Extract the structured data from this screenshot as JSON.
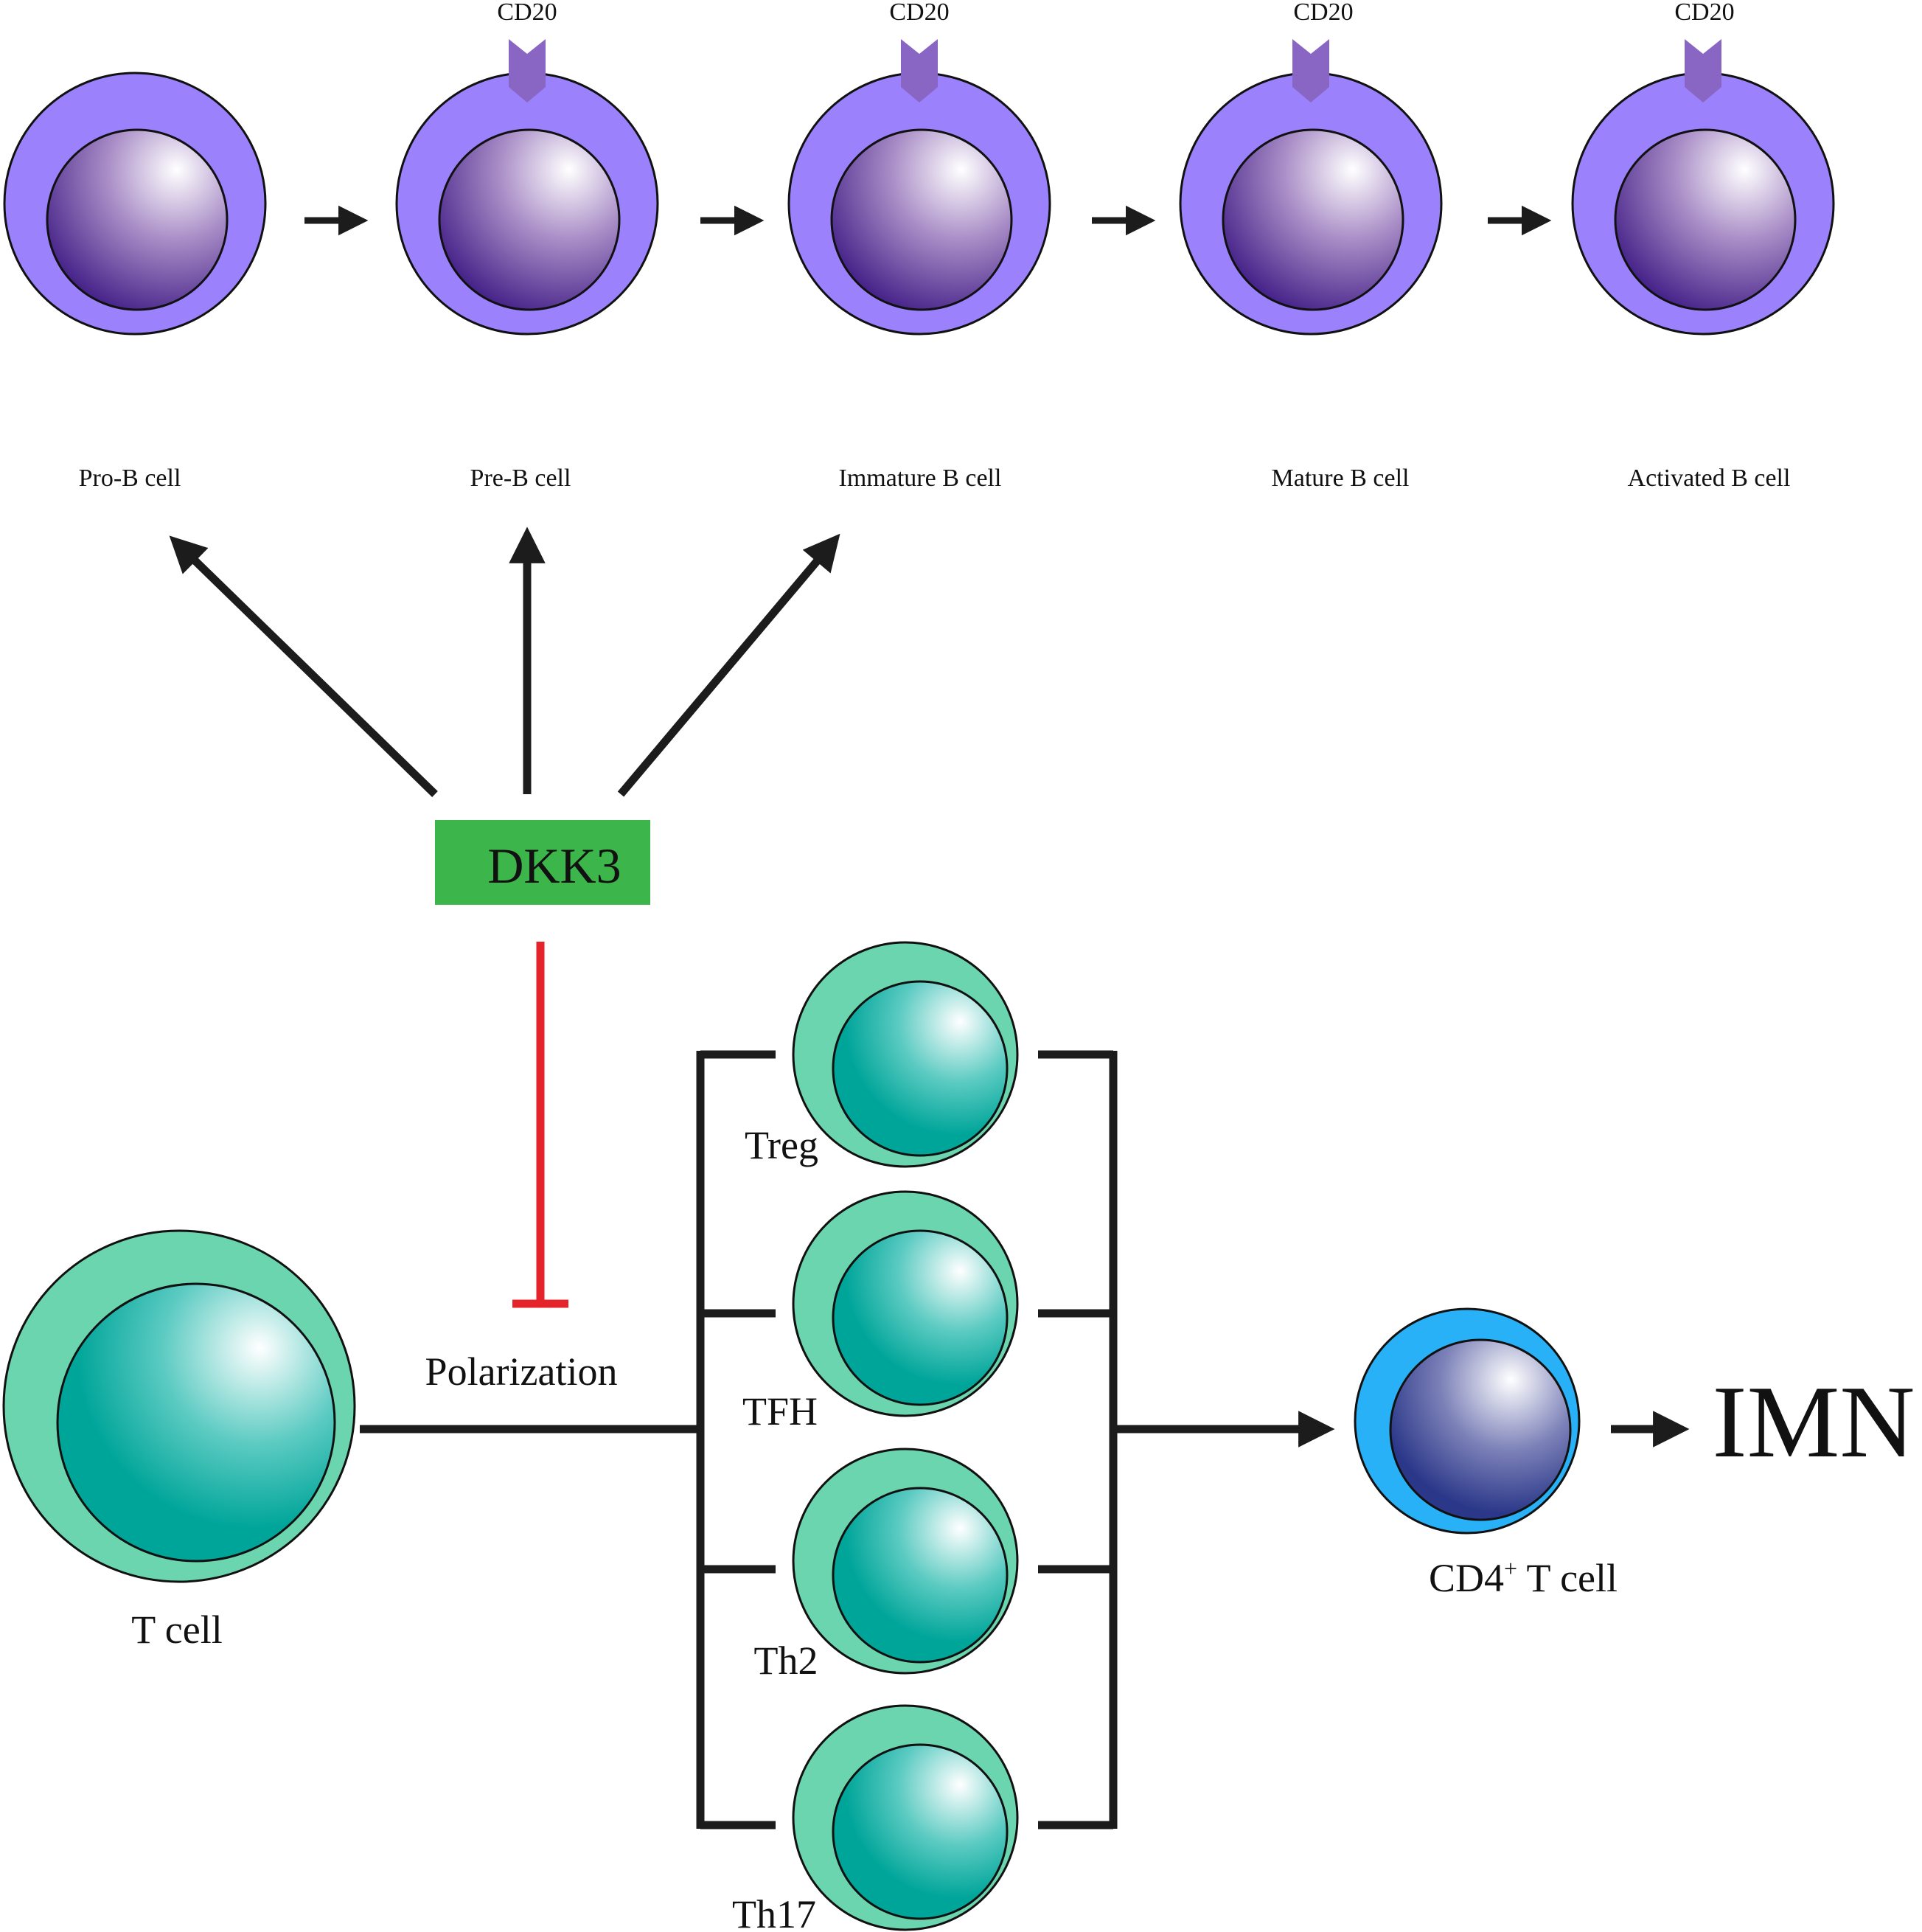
{
  "b_lineage": {
    "marker_label": "CD20",
    "cells": [
      {
        "label": "Pro-B cell",
        "has_cd20": false
      },
      {
        "label": "Pre-B cell",
        "has_cd20": true
      },
      {
        "label": "Immature B cell",
        "has_cd20": true
      },
      {
        "label": "Mature B cell",
        "has_cd20": true
      },
      {
        "label": "Activated B cell",
        "has_cd20": true
      }
    ]
  },
  "dkk3": {
    "label": "DKK3",
    "targets": [
      "Pro-B cell",
      "Pre-B cell",
      "Immature B cell"
    ]
  },
  "t_lineage": {
    "t_cell_label": "T cell",
    "polarization_label": "Polarization",
    "subsets": [
      "Treg",
      "TFH",
      "Th2",
      "Th17"
    ],
    "cd4_label_main": "CD4",
    "cd4_label_sup": "+",
    "cd4_label_rest": " T cell",
    "outcome": "IMN"
  },
  "colors": {
    "b_cytoplasm": "#9b82fc",
    "cd20_marker": "#8966c4",
    "t_cytoplasm": "#6bd5b0",
    "t_nucleus": "#00a59a",
    "cd4_cytoplasm": "#29b1f7",
    "cd4_nucleus": "#2b3889",
    "dkk3_box": "#3cb64a",
    "inhibition": "#e5232a",
    "line": "#1c1c1c"
  }
}
